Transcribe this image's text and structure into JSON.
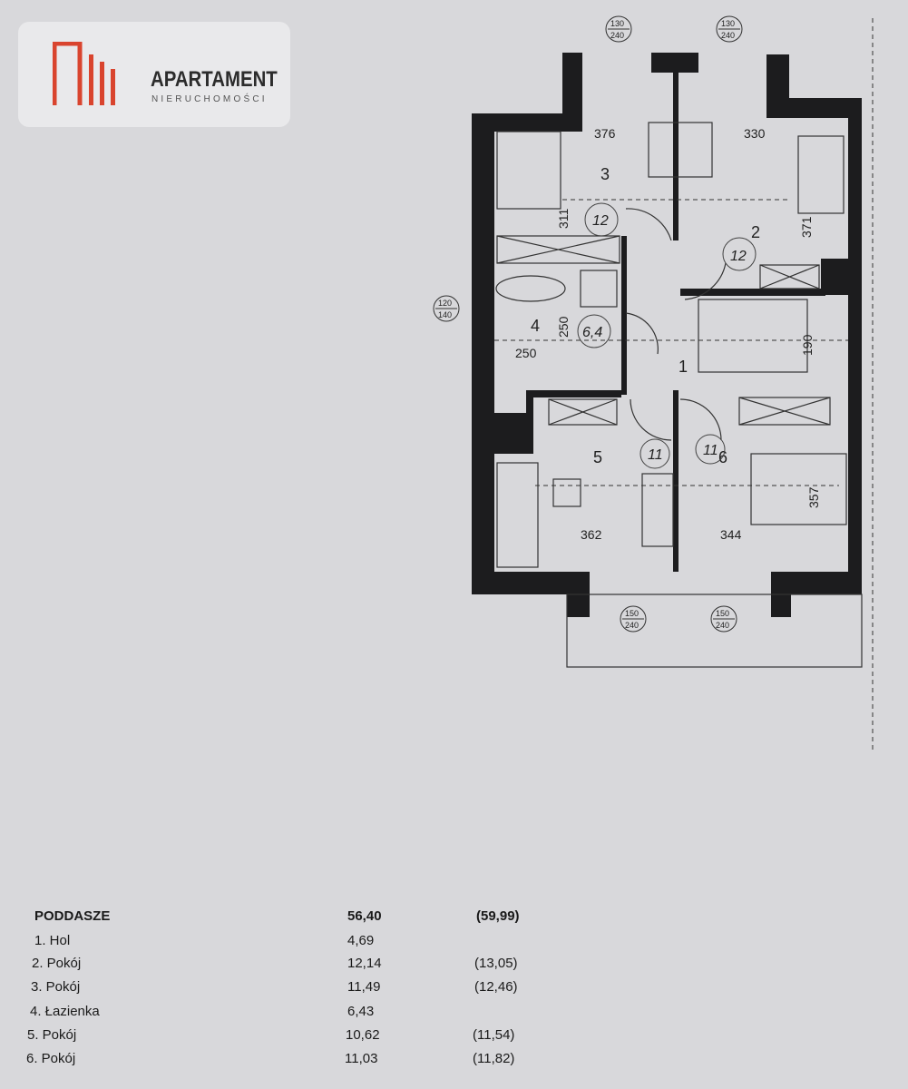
{
  "logo": {
    "title": "APARTAMENT",
    "subtitle": "NIERUCHOMOŚCI",
    "accent": "#d9442e"
  },
  "plan": {
    "room_numbers": [
      "1",
      "2",
      "3",
      "4",
      "5",
      "6"
    ],
    "dimensions": {
      "r3_width": "376",
      "r2_width": "330",
      "r3_height": "311",
      "r2_height": "371",
      "r4_height": "250",
      "r4_width": "250",
      "stairs": "190",
      "r5_width": "362",
      "r6_width": "344",
      "r6_height": "357"
    },
    "windows": {
      "top_left": [
        "130",
        "240"
      ],
      "top_right": [
        "130",
        "240"
      ],
      "left": [
        "120",
        "140"
      ],
      "bottom_left": [
        "150",
        "240"
      ],
      "bottom_right": [
        "150",
        "240"
      ]
    },
    "handwritten": {
      "r3": "12",
      "r2": "12",
      "r4": "6,4",
      "r5": "11",
      "r6": "11"
    }
  },
  "table": {
    "title": "PODDASZE",
    "total": "56,40",
    "total_alt": "(59,99)",
    "rows": [
      {
        "name": "1. Hol",
        "area": "4,69",
        "area_alt": ""
      },
      {
        "name": "2. Pokój",
        "area": "12,14",
        "area_alt": "(13,05)"
      },
      {
        "name": "3. Pokój",
        "area": "11,49",
        "area_alt": "(12,46)"
      },
      {
        "name": "4. Łazienka",
        "area": "6,43",
        "area_alt": ""
      },
      {
        "name": "5. Pokój",
        "area": "10,62",
        "area_alt": "(11,54)"
      },
      {
        "name": "6. Pokój",
        "area": "11,03",
        "area_alt": "(11,82)"
      }
    ]
  }
}
